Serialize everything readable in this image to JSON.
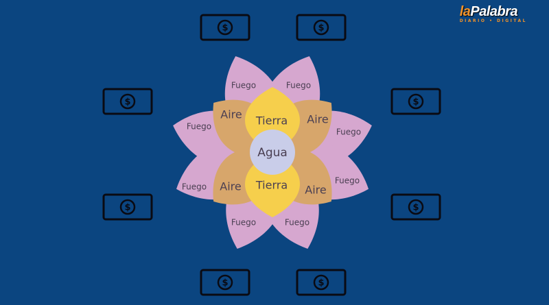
{
  "logo": {
    "brand_prefix": "la",
    "brand_name": "Palabra",
    "tagline": "DIARIO • DIGITAL"
  },
  "diagram": {
    "center_label": "Agua",
    "inner_petals": [
      "Tierra",
      "Tierra"
    ],
    "middle_petals": [
      "Aire",
      "Aire",
      "Aire",
      "Aire"
    ],
    "outer_petals": [
      "Fuego",
      "Fuego",
      "Fuego",
      "Fuego",
      "Fuego",
      "Fuego",
      "Fuego",
      "Fuego"
    ],
    "bill_symbol": "$",
    "bill_count": 8
  },
  "colors": {
    "background": "#0b4580",
    "fuego": "#d6a7cf",
    "aire": "#d7a66b",
    "tierra": "#f6cf4c",
    "agua": "#c9cde9",
    "text": "#4a3f52"
  }
}
